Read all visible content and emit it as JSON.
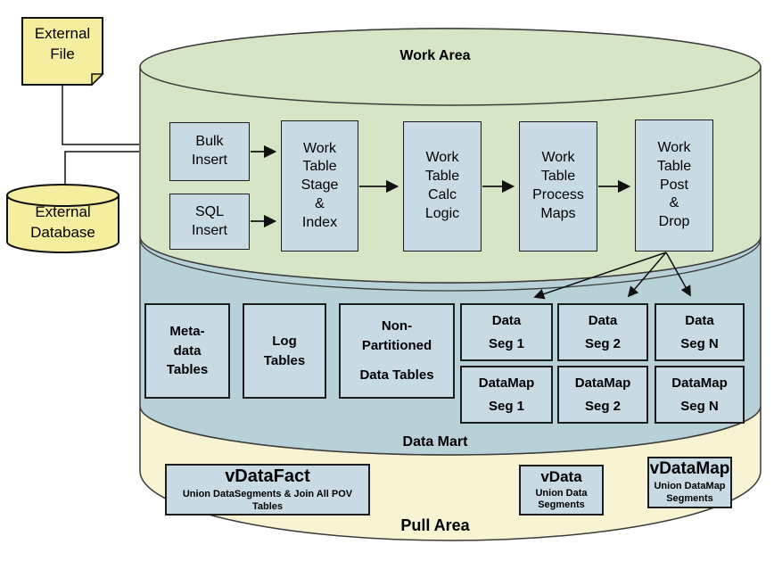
{
  "colors": {
    "work_area_green": "#d6e5c6",
    "data_mart_blue": "#b8d1d9",
    "pull_area_yellow": "#f7f3d3",
    "external_yellow": "#f5ee9f",
    "box_blue": "#c8dbe4",
    "outline": "#3c3c3c",
    "box_border": "#1d1d1d"
  },
  "external_file": {
    "label": "External\nFile"
  },
  "external_database": {
    "label": "External\nDatabase"
  },
  "work_area": {
    "title": "Work Area",
    "boxes": [
      {
        "label": "Bulk\nInsert"
      },
      {
        "label": "SQL\nInsert"
      },
      {
        "label": "Work\nTable\nStage\n&\nIndex"
      },
      {
        "label": "Work\nTable\nCalc\nLogic"
      },
      {
        "label": "Work\nTable\nProcess\nMaps"
      },
      {
        "label": "Work\nTable\nPost\n&\nDrop"
      }
    ]
  },
  "data_mart": {
    "title": "Data Mart",
    "tables": [
      {
        "label": "Meta-\ndata\nTables"
      },
      {
        "label": "Log\nTables"
      },
      {
        "title": "Non-\nPartitioned",
        "subtitle": "Data Tables"
      }
    ],
    "segments": [
      {
        "line1": "Data",
        "line2": "Seg 1"
      },
      {
        "line1": "Data",
        "line2": "Seg 2"
      },
      {
        "line1": "Data",
        "line2": "Seg N"
      },
      {
        "line1": "DataMap",
        "line2": "Seg 1"
      },
      {
        "line1": "DataMap",
        "line2": "Seg 2"
      },
      {
        "line1": "DataMap",
        "line2": "Seg N"
      }
    ]
  },
  "pull_area": {
    "title": "Pull Area",
    "views": [
      {
        "title": "vDataFact",
        "subtitle": "Union DataSegments & Join All POV Tables"
      },
      {
        "title": "vData",
        "subtitle": "Union Data\nSegments"
      },
      {
        "title": "vDataMap",
        "subtitle": "Union DataMap\nSegments"
      }
    ]
  }
}
